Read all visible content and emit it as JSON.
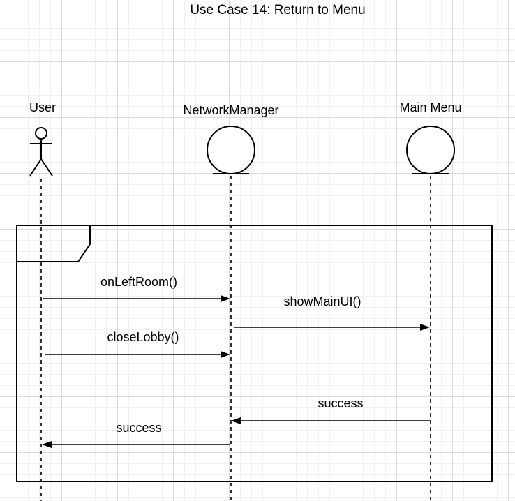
{
  "diagram": {
    "title": "Use Case 14: Return to Menu",
    "participants": [
      {
        "name": "User",
        "kind": "actor"
      },
      {
        "name": "NetworkManager",
        "kind": "entity"
      },
      {
        "name": "Main Menu",
        "kind": "entity"
      }
    ],
    "messages": [
      {
        "label": "onLeftRoom()",
        "from": "User",
        "to": "NetworkManager",
        "type": "call"
      },
      {
        "label": "showMainUI()",
        "from": "NetworkManager",
        "to": "Main Menu",
        "type": "call"
      },
      {
        "label": "closeLobby()",
        "from": "User",
        "to": "NetworkManager",
        "type": "call"
      },
      {
        "label": "success",
        "from": "Main Menu",
        "to": "NetworkManager",
        "type": "return"
      },
      {
        "label": "success",
        "from": "NetworkManager",
        "to": "User",
        "type": "return"
      }
    ],
    "colors": {
      "line": "#000000",
      "grid": "#dcdcdc",
      "background": "#ffffff"
    }
  }
}
